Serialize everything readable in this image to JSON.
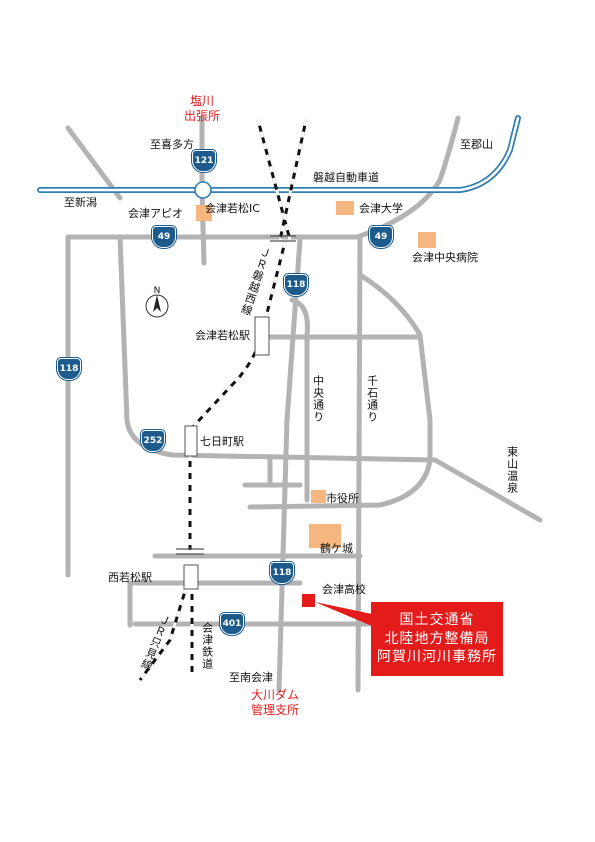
{
  "colors": {
    "road": "#b3b3b3",
    "expressway": "#2f7fb3",
    "building": "#f5b77f",
    "route_shield": "#1d5b8c",
    "office_red": "#e31b1b",
    "label_red": "#e02020"
  },
  "office": {
    "lines": [
      "国土交通省",
      "北陸地方整備局",
      "阿賀川河川事務所"
    ]
  },
  "red_labels": {
    "shiokawa": [
      "塩川",
      "出張所"
    ],
    "okawa_dam": [
      "大川ダム",
      "管理支所"
    ]
  },
  "directions": {
    "kitakata": "至喜多方",
    "koriyama": "至郡山",
    "niigata": "至新潟",
    "minami_aizu": "至南会津"
  },
  "places": {
    "expressway": "磐越自動車道",
    "ic": "会津若松IC",
    "apio": "会津アピオ",
    "aizu_univ": "会津大学",
    "hospital": "会津中央病院",
    "aizuwakamatsu_st": "会津若松駅",
    "nanokamachi_st": "七日町駅",
    "nishiwakamatsu_st": "西若松駅",
    "city_hall": "市役所",
    "tsurugajo": "鶴ケ城",
    "aizu_hs": "会津高校"
  },
  "vertical_labels": {
    "banetsu_west": "ＪＲ磐越西線",
    "tadami": "ＪＲ只見線",
    "aizu_tetsudo": "会津鉄道",
    "chuo_dori": "中央通り",
    "chigoku_dori": "千石通り",
    "higashiyama": "東山温泉"
  },
  "routes": [
    "121",
    "49",
    "49",
    "118",
    "118",
    "252",
    "118",
    "401"
  ],
  "north_label": "N"
}
